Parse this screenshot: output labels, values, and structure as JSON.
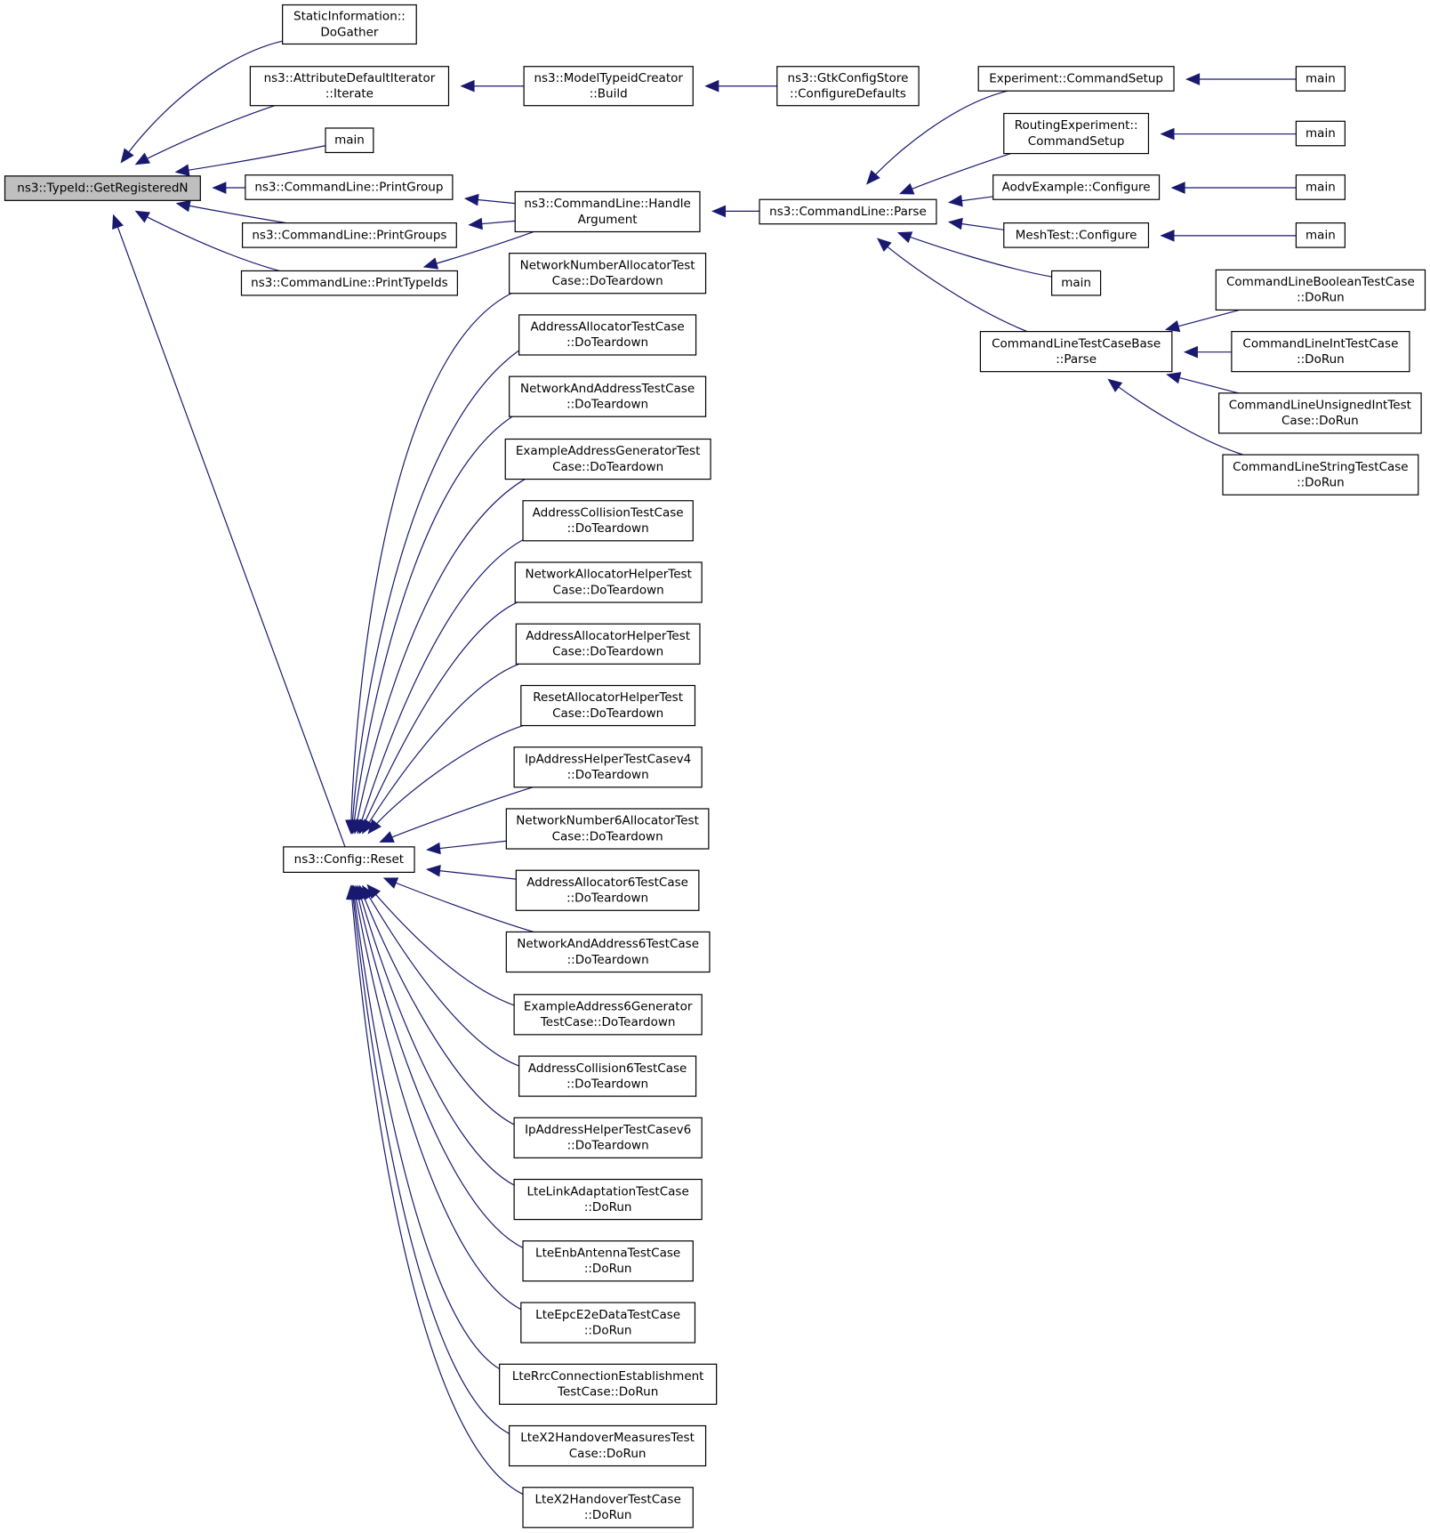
{
  "diagram": {
    "arrow_color": "#191970",
    "root_fill": "#bfbfbf",
    "nodes": [
      {
        "id": "root",
        "lines": [
          "ns3::TypeId::GetRegisteredN"
        ],
        "root": true
      },
      {
        "id": "static_info",
        "lines": [
          "StaticInformation::",
          "DoGather"
        ]
      },
      {
        "id": "attr_iter",
        "lines": [
          "ns3::AttributeDefaultIterator",
          "::Iterate"
        ]
      },
      {
        "id": "main_top",
        "lines": [
          "main"
        ]
      },
      {
        "id": "print_group",
        "lines": [
          "ns3::CommandLine::PrintGroup"
        ]
      },
      {
        "id": "print_groups",
        "lines": [
          "ns3::CommandLine::PrintGroups"
        ]
      },
      {
        "id": "print_typeids",
        "lines": [
          "ns3::CommandLine::PrintTypeIds"
        ]
      },
      {
        "id": "config_reset",
        "lines": [
          "ns3::Config::Reset"
        ]
      },
      {
        "id": "model_typeid",
        "lines": [
          "ns3::ModelTypeidCreator",
          "::Build"
        ]
      },
      {
        "id": "gtk_config",
        "lines": [
          "ns3::GtkConfigStore",
          "::ConfigureDefaults"
        ]
      },
      {
        "id": "handle_arg",
        "lines": [
          "ns3::CommandLine::Handle",
          "Argument"
        ]
      },
      {
        "id": "cl_parse",
        "lines": [
          "ns3::CommandLine::Parse"
        ]
      },
      {
        "id": "exp_cmdsetup",
        "lines": [
          "Experiment::CommandSetup"
        ]
      },
      {
        "id": "routing_exp",
        "lines": [
          "RoutingExperiment::",
          "CommandSetup"
        ]
      },
      {
        "id": "aodv_example",
        "lines": [
          "AodvExample::Configure"
        ]
      },
      {
        "id": "mesh_test",
        "lines": [
          "MeshTest::Configure"
        ]
      },
      {
        "id": "main_parse",
        "lines": [
          "main"
        ]
      },
      {
        "id": "cltcb_parse",
        "lines": [
          "CommandLineTestCaseBase",
          "::Parse"
        ]
      },
      {
        "id": "main_exp",
        "lines": [
          "main"
        ]
      },
      {
        "id": "main_routing",
        "lines": [
          "main"
        ]
      },
      {
        "id": "main_aodv",
        "lines": [
          "main"
        ]
      },
      {
        "id": "main_mesh",
        "lines": [
          "main"
        ]
      },
      {
        "id": "cl_bool",
        "lines": [
          "CommandLineBooleanTestCase",
          "::DoRun"
        ]
      },
      {
        "id": "cl_int",
        "lines": [
          "CommandLineIntTestCase",
          "::DoRun"
        ]
      },
      {
        "id": "cl_uint",
        "lines": [
          "CommandLineUnsignedIntTest",
          "Case::DoRun"
        ]
      },
      {
        "id": "cl_string",
        "lines": [
          "CommandLineStringTestCase",
          "::DoRun"
        ]
      },
      {
        "id": "t1",
        "lines": [
          "NetworkNumberAllocatorTest",
          "Case::DoTeardown"
        ]
      },
      {
        "id": "t2",
        "lines": [
          "AddressAllocatorTestCase",
          "::DoTeardown"
        ]
      },
      {
        "id": "t3",
        "lines": [
          "NetworkAndAddressTestCase",
          "::DoTeardown"
        ]
      },
      {
        "id": "t4",
        "lines": [
          "ExampleAddressGeneratorTest",
          "Case::DoTeardown"
        ]
      },
      {
        "id": "t5",
        "lines": [
          "AddressCollisionTestCase",
          "::DoTeardown"
        ]
      },
      {
        "id": "t6",
        "lines": [
          "NetworkAllocatorHelperTest",
          "Case::DoTeardown"
        ]
      },
      {
        "id": "t7",
        "lines": [
          "AddressAllocatorHelperTest",
          "Case::DoTeardown"
        ]
      },
      {
        "id": "t8",
        "lines": [
          "ResetAllocatorHelperTest",
          "Case::DoTeardown"
        ]
      },
      {
        "id": "t9",
        "lines": [
          "IpAddressHelperTestCasev4",
          "::DoTeardown"
        ]
      },
      {
        "id": "t10",
        "lines": [
          "NetworkNumber6AllocatorTest",
          "Case::DoTeardown"
        ]
      },
      {
        "id": "t11",
        "lines": [
          "AddressAllocator6TestCase",
          "::DoTeardown"
        ]
      },
      {
        "id": "t12",
        "lines": [
          "NetworkAndAddress6TestCase",
          "::DoTeardown"
        ]
      },
      {
        "id": "t13",
        "lines": [
          "ExampleAddress6Generator",
          "TestCase::DoTeardown"
        ]
      },
      {
        "id": "t14",
        "lines": [
          "AddressCollision6TestCase",
          "::DoTeardown"
        ]
      },
      {
        "id": "t15",
        "lines": [
          "IpAddressHelperTestCasev6",
          "::DoTeardown"
        ]
      },
      {
        "id": "t16",
        "lines": [
          "LteLinkAdaptationTestCase",
          "::DoRun"
        ]
      },
      {
        "id": "t17",
        "lines": [
          "LteEnbAntennaTestCase",
          "::DoRun"
        ]
      },
      {
        "id": "t18",
        "lines": [
          "LteEpcE2eDataTestCase",
          "::DoRun"
        ]
      },
      {
        "id": "t19",
        "lines": [
          "LteRrcConnectionEstablishment",
          "TestCase::DoRun"
        ]
      },
      {
        "id": "t20",
        "lines": [
          "LteX2HandoverMeasuresTest",
          "Case::DoRun"
        ]
      },
      {
        "id": "t21",
        "lines": [
          "LteX2HandoverTestCase",
          "::DoRun"
        ]
      }
    ],
    "edges": [
      {
        "from": "static_info",
        "to": "root"
      },
      {
        "from": "attr_iter",
        "to": "root"
      },
      {
        "from": "main_top",
        "to": "root"
      },
      {
        "from": "print_group",
        "to": "root"
      },
      {
        "from": "print_groups",
        "to": "root"
      },
      {
        "from": "print_typeids",
        "to": "root"
      },
      {
        "from": "config_reset",
        "to": "root"
      },
      {
        "from": "model_typeid",
        "to": "attr_iter"
      },
      {
        "from": "gtk_config",
        "to": "model_typeid"
      },
      {
        "from": "handle_arg",
        "to": "print_group"
      },
      {
        "from": "handle_arg",
        "to": "print_groups"
      },
      {
        "from": "handle_arg",
        "to": "print_typeids"
      },
      {
        "from": "cl_parse",
        "to": "handle_arg"
      },
      {
        "from": "exp_cmdsetup",
        "to": "cl_parse"
      },
      {
        "from": "routing_exp",
        "to": "cl_parse"
      },
      {
        "from": "aodv_example",
        "to": "cl_parse"
      },
      {
        "from": "mesh_test",
        "to": "cl_parse"
      },
      {
        "from": "main_parse",
        "to": "cl_parse"
      },
      {
        "from": "cltcb_parse",
        "to": "cl_parse"
      },
      {
        "from": "main_exp",
        "to": "exp_cmdsetup"
      },
      {
        "from": "main_routing",
        "to": "routing_exp"
      },
      {
        "from": "main_aodv",
        "to": "aodv_example"
      },
      {
        "from": "main_mesh",
        "to": "mesh_test"
      },
      {
        "from": "cl_bool",
        "to": "cltcb_parse"
      },
      {
        "from": "cl_int",
        "to": "cltcb_parse"
      },
      {
        "from": "cl_uint",
        "to": "cltcb_parse"
      },
      {
        "from": "cl_string",
        "to": "cltcb_parse"
      },
      {
        "from": "t1",
        "to": "config_reset"
      },
      {
        "from": "t2",
        "to": "config_reset"
      },
      {
        "from": "t3",
        "to": "config_reset"
      },
      {
        "from": "t4",
        "to": "config_reset"
      },
      {
        "from": "t5",
        "to": "config_reset"
      },
      {
        "from": "t6",
        "to": "config_reset"
      },
      {
        "from": "t7",
        "to": "config_reset"
      },
      {
        "from": "t8",
        "to": "config_reset"
      },
      {
        "from": "t9",
        "to": "config_reset"
      },
      {
        "from": "t10",
        "to": "config_reset"
      },
      {
        "from": "t11",
        "to": "config_reset"
      },
      {
        "from": "t12",
        "to": "config_reset"
      },
      {
        "from": "t13",
        "to": "config_reset"
      },
      {
        "from": "t14",
        "to": "config_reset"
      },
      {
        "from": "t15",
        "to": "config_reset"
      },
      {
        "from": "t16",
        "to": "config_reset"
      },
      {
        "from": "t17",
        "to": "config_reset"
      },
      {
        "from": "t18",
        "to": "config_reset"
      },
      {
        "from": "t19",
        "to": "config_reset"
      },
      {
        "from": "t20",
        "to": "config_reset"
      },
      {
        "from": "t21",
        "to": "config_reset"
      }
    ]
  }
}
